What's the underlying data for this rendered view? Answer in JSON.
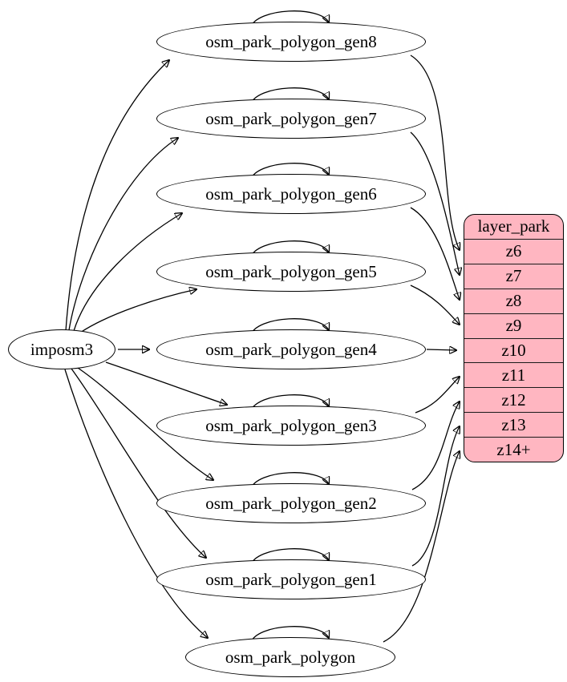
{
  "source_node": {
    "label": "imposm3"
  },
  "nodes": {
    "tables": [
      "osm_park_polygon_gen8",
      "osm_park_polygon_gen7",
      "osm_park_polygon_gen6",
      "osm_park_polygon_gen5",
      "osm_park_polygon_gen4",
      "osm_park_polygon_gen3",
      "osm_park_polygon_gen2",
      "osm_park_polygon_gen1",
      "osm_park_polygon"
    ]
  },
  "layer_park": {
    "header": "layer_park",
    "rows": [
      "z6",
      "z7",
      "z8",
      "z9",
      "z10",
      "z11",
      "z12",
      "z13",
      "z14+"
    ]
  },
  "colors": {
    "layer_fill": "#ffb6c1",
    "node_fill": "#ffffff",
    "stroke": "#000000"
  },
  "edges": {
    "from_source": [
      {
        "from": "imposm3",
        "to": "osm_park_polygon_gen8"
      },
      {
        "from": "imposm3",
        "to": "osm_park_polygon_gen7"
      },
      {
        "from": "imposm3",
        "to": "osm_park_polygon_gen6"
      },
      {
        "from": "imposm3",
        "to": "osm_park_polygon_gen5"
      },
      {
        "from": "imposm3",
        "to": "osm_park_polygon_gen4"
      },
      {
        "from": "imposm3",
        "to": "osm_park_polygon_gen3"
      },
      {
        "from": "imposm3",
        "to": "osm_park_polygon_gen2"
      },
      {
        "from": "imposm3",
        "to": "osm_park_polygon_gen1"
      },
      {
        "from": "imposm3",
        "to": "osm_park_polygon"
      }
    ],
    "to_layer": [
      {
        "from": "osm_park_polygon_gen8",
        "to": "z6"
      },
      {
        "from": "osm_park_polygon_gen7",
        "to": "z7"
      },
      {
        "from": "osm_park_polygon_gen6",
        "to": "z8"
      },
      {
        "from": "osm_park_polygon_gen5",
        "to": "z9"
      },
      {
        "from": "osm_park_polygon_gen4",
        "to": "z10"
      },
      {
        "from": "osm_park_polygon_gen3",
        "to": "z11"
      },
      {
        "from": "osm_park_polygon_gen2",
        "to": "z12"
      },
      {
        "from": "osm_park_polygon_gen1",
        "to": "z13"
      },
      {
        "from": "osm_park_polygon",
        "to": "z14+"
      }
    ],
    "self_loops": [
      "osm_park_polygon_gen8",
      "osm_park_polygon_gen7",
      "osm_park_polygon_gen6",
      "osm_park_polygon_gen5",
      "osm_park_polygon_gen4",
      "osm_park_polygon_gen3",
      "osm_park_polygon_gen2",
      "osm_park_polygon_gen1",
      "osm_park_polygon"
    ]
  }
}
